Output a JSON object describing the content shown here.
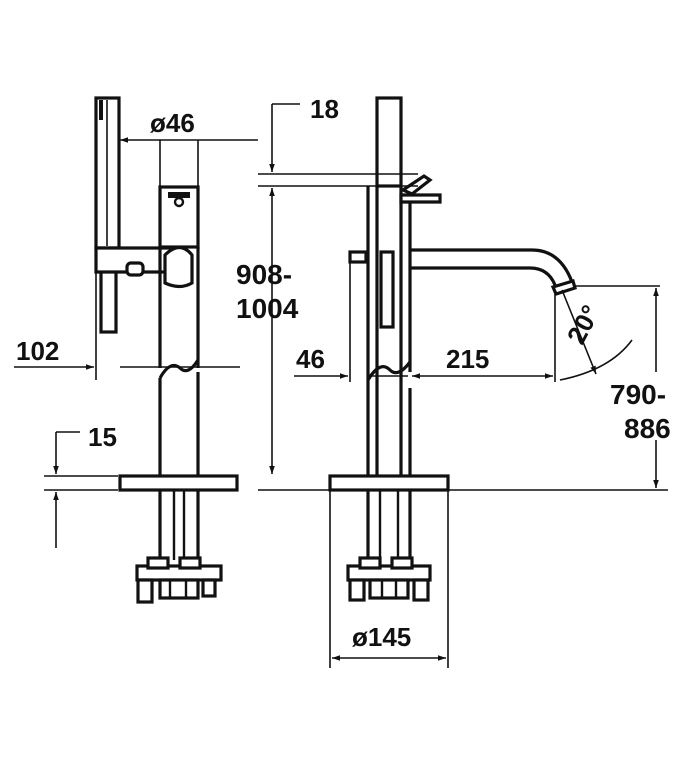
{
  "diagram": {
    "dimensions": {
      "handshower_offset": "102",
      "spout_diameter": "ø46",
      "top_gap": "18",
      "height_total_line1": "908-",
      "height_total_line2": "1004",
      "side_offset": "46",
      "spout_reach": "215",
      "swivel_angle": "20°",
      "spout_height_line1": "790-",
      "spout_height_line2": "886",
      "floor_thickness": "15",
      "base_diameter": "ø145"
    },
    "colors": {
      "line": "#111111",
      "background": "#ffffff"
    }
  }
}
